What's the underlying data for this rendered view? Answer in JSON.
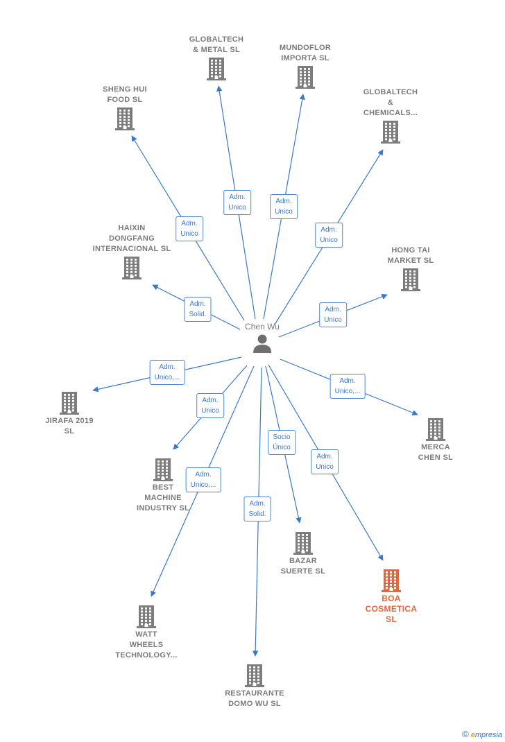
{
  "center": {
    "name": "Chen Wu",
    "icon": "person-icon"
  },
  "companies": [
    {
      "id": "sheng",
      "label": "SHENG HUI\nFOOD  SL",
      "role": "Adm.\nUnico",
      "highlight": false
    },
    {
      "id": "glmetal",
      "label": "GLOBALTECH\n& METAL  SL",
      "role": "Adm.\nUnico",
      "highlight": false
    },
    {
      "id": "mundo",
      "label": "MUNDOFLOR\nIMPORTA  SL",
      "role": "Adm.\nUnico",
      "highlight": false
    },
    {
      "id": "glchem",
      "label": "GLOBALTECH\n&\nCHEMICALS...",
      "role": "Adm.\nUnico",
      "highlight": false
    },
    {
      "id": "haixin",
      "label": "HAIXIN\nDONGFANG\nINTERNACIONAL SL",
      "role": "Adm.\nSolid.",
      "highlight": false
    },
    {
      "id": "hongtai",
      "label": "HONG TAI\nMARKET  SL",
      "role": "Adm.\nUnico",
      "highlight": false
    },
    {
      "id": "jirafa",
      "label": "JIRAFA 2019\nSL",
      "role": "Adm.\nUnico,...",
      "highlight": false
    },
    {
      "id": "merca",
      "label": "MERCA\nCHEN  SL",
      "role": "Adm.\nUnico,...",
      "highlight": false
    },
    {
      "id": "best",
      "label": "BEST\nMACHINE\nINDUSTRY  SL",
      "role": "Adm.\nUnico",
      "highlight": false
    },
    {
      "id": "watt",
      "label": "WATT\nWHEELS\nTECHNOLOGY...",
      "role": "Adm.\nUnico,...",
      "highlight": false
    },
    {
      "id": "rest",
      "label": "RESTAURANTE\nDOMO WU  SL",
      "role": "Adm.\nSolid.",
      "highlight": false
    },
    {
      "id": "bazar",
      "label": "BAZAR\nSUERTE SL",
      "role": "Socio\nÚnico",
      "highlight": false
    },
    {
      "id": "boa",
      "label": "BOA\nCOSMETICA\nSL",
      "role": "Adm.\nUnico",
      "highlight": true
    }
  ],
  "colors": {
    "edge": "#3a78c8",
    "building": "#7d7d7d",
    "highlight": "#e8643a",
    "person": "#6e6e6e"
  },
  "footer": {
    "copyright": "©",
    "brand_initial": "e",
    "brand_rest": "mpresia"
  }
}
